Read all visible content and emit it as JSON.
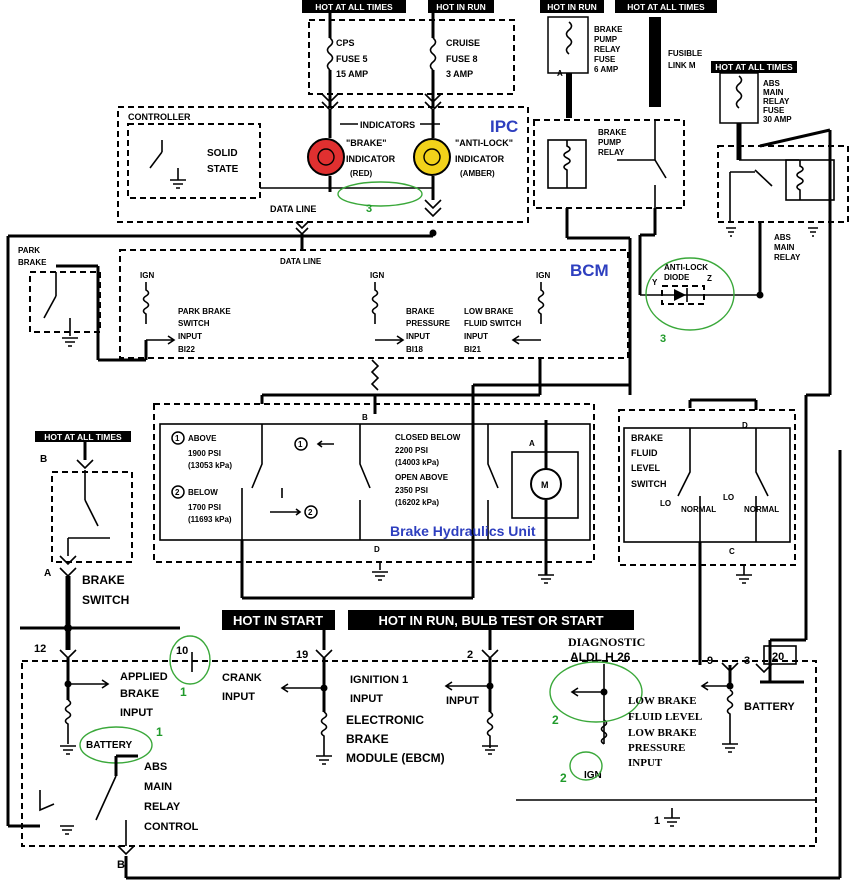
{
  "top_labels": {
    "hot_at_all_times_1": "HOT AT ALL TIMES",
    "hot_in_run_1": "HOT IN RUN",
    "hot_in_run_2": "HOT IN RUN",
    "hot_at_all_times_2": "HOT AT ALL TIMES",
    "hot_at_all_times_3": "HOT AT ALL TIMES",
    "hot_at_all_times_4": "HOT AT ALL TIMES",
    "hot_in_start": "HOT IN START",
    "hot_in_run_bulb": "HOT IN RUN, BULB TEST OR START"
  },
  "fuses": {
    "cps": [
      "CPS",
      "FUSE 5",
      "15 AMP"
    ],
    "cruise": [
      "CRUISE",
      "FUSE 8",
      "3 AMP"
    ],
    "brake_pump": [
      "BRAKE",
      "PUMP",
      "RELAY",
      "FUSE",
      "6 AMP"
    ],
    "fusible_link": [
      "FUSIBLE",
      "LINK M"
    ],
    "abs_main": [
      "ABS",
      "MAIN",
      "RELAY",
      "FUSE",
      "30 AMP"
    ]
  },
  "ipc": {
    "title": "IPC",
    "controller": "CONTROLLER",
    "solid_state": [
      "SOLID",
      "STATE"
    ],
    "indicators": "INDICATORS",
    "brake_indicator": [
      "\"BRAKE\"",
      "INDICATOR",
      "(RED)"
    ],
    "antilock_indicator": [
      "\"ANTI-LOCK\"",
      "INDICATOR",
      "(AMBER)"
    ],
    "data_line": "DATA LINE",
    "mark": "3"
  },
  "relays": {
    "brake_pump": [
      "BRAKE",
      "PUMP",
      "RELAY"
    ],
    "abs_main": [
      "ABS",
      "MAIN",
      "RELAY"
    ],
    "pin_a": "A"
  },
  "bcm": {
    "title": "BCM",
    "data_line": "DATA LINE",
    "ign": "IGN",
    "park_brake": [
      "PARK",
      "BRAKE"
    ],
    "park_brake_input": [
      "PARK BRAKE",
      "SWITCH",
      "INPUT",
      "BI22"
    ],
    "brake_pressure_input": [
      "BRAKE",
      "PRESSURE",
      "INPUT",
      "BI18"
    ],
    "low_brake_fluid_input": [
      "LOW BRAKE",
      "FLUID SWITCH",
      "INPUT",
      "BI21"
    ]
  },
  "diode": {
    "label": [
      "ANTI-LOCK",
      "DIODE"
    ],
    "y": "Y",
    "z": "Z",
    "mark": "3"
  },
  "hydraulics": {
    "title": "Brake Hydraulics Unit",
    "b": "B",
    "a": "A",
    "d": "D",
    "above": [
      "ABOVE",
      "1900 PSI",
      "(13053 kPa)"
    ],
    "below": [
      "BELOW",
      "1700 PSI",
      "(11693 kPa)"
    ],
    "closed_open": [
      "CLOSED BELOW",
      "2200 PSI",
      "(14003 kPa)",
      "OPEN ABOVE",
      "2350 PSI",
      "(16202 kPa)"
    ],
    "m": "M",
    "n1": "1",
    "n2": "2"
  },
  "fluid_level": {
    "label": [
      "BRAKE",
      "FLUID",
      "LEVEL",
      "SWITCH"
    ],
    "lo": "LO",
    "normal": "NORMAL",
    "d": "D",
    "c": "C"
  },
  "brake_switch": {
    "hot": "HOT AT ALL TIMES",
    "b": "B",
    "a": "A",
    "label": [
      "BRAKE",
      "SWITCH"
    ]
  },
  "ebcm": {
    "pin_12": "12",
    "pin_10": "10",
    "pin_19": "19",
    "pin_2": "2",
    "pin_9": "9",
    "pin_3": "3",
    "pin_20": "20",
    "pin_1": "1",
    "pin_b": "B",
    "applied": [
      "APPLIED",
      "BRAKE",
      "INPUT"
    ],
    "crank": [
      "CRANK",
      "INPUT"
    ],
    "ignition": [
      "IGNITION 1",
      "INPUT"
    ],
    "input": "INPUT",
    "title": [
      "ELECTRONIC",
      "BRAKE",
      "MODULE (EBCM)"
    ],
    "battery_left": "BATTERY",
    "battery_right": "BATTERY",
    "abs_control": [
      "ABS",
      "MAIN",
      "RELAY",
      "CONTROL"
    ],
    "diagnostic": [
      "DIAGNOSTIC",
      "ALDL  H  26"
    ],
    "low_brake": [
      "LOW BRAKE",
      "FLUID LEVEL",
      "LOW BRAKE",
      "PRESSURE",
      "INPUT"
    ],
    "ign": "IGN",
    "marks": [
      "1",
      "1",
      "2",
      "2"
    ]
  }
}
